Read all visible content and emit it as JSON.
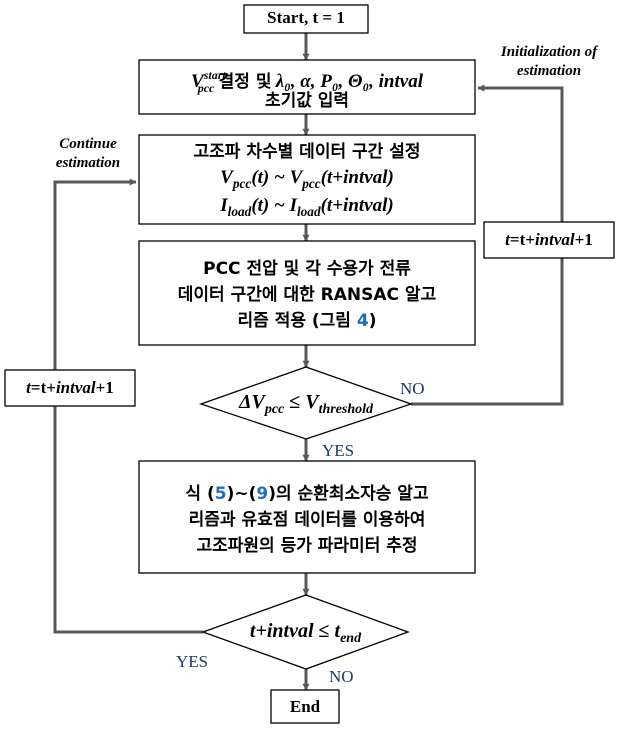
{
  "nodes": {
    "start": "Start, t = 1",
    "init": {
      "line1_suffix": "결정 및",
      "params": "λ₀, α, P₀, Θ₀, intval",
      "line2": "초기값 입력"
    },
    "segment": {
      "line1": "고조파 차수별 데이터 구간 설정"
    },
    "ransac": {
      "line1": "PCC 전압 및 각 수용가 전류",
      "line2": "데이터 구간에 대한 RANSAC 알고",
      "line3_prefix": "리즘 적용 (그림 ",
      "line3_ref": "4",
      "line3_suffix": ")"
    },
    "decision1": {
      "lhs": "ΔV",
      "lhs_sub": "pcc",
      "op": "≤",
      "rhs": "V",
      "rhs_sub": "threshold"
    },
    "estimate": {
      "line1_prefix": "식 (",
      "ref_a": "5",
      "line1_mid": ")~(",
      "ref_b": "9",
      "line1_suffix": ")의 순환최소자승 알고",
      "line2": "리즘과 유효점 데이터를 이용하여",
      "line3": "고조파원의 등가 파라미터 추정"
    },
    "decision2": {
      "lhs": "t+intval",
      "op": "≤",
      "rhs": "t",
      "rhs_sub": "end"
    },
    "end": "End"
  },
  "side_labels": {
    "init_est_line1": "Initialization of",
    "init_est_line2": "estimation",
    "continue_line1": "Continue",
    "continue_line2": "estimation",
    "no_1": "NO",
    "yes_1": "YES",
    "yes_2": "YES",
    "no_2": "NO"
  },
  "update_boxes": {
    "t_a": "t",
    "eq_plus": "=t+",
    "intval": "intval",
    "plus_one": "+1"
  },
  "colors": {
    "connector": "#595959",
    "reference": "#1f6fbf",
    "branch_label": "#1f3864"
  }
}
